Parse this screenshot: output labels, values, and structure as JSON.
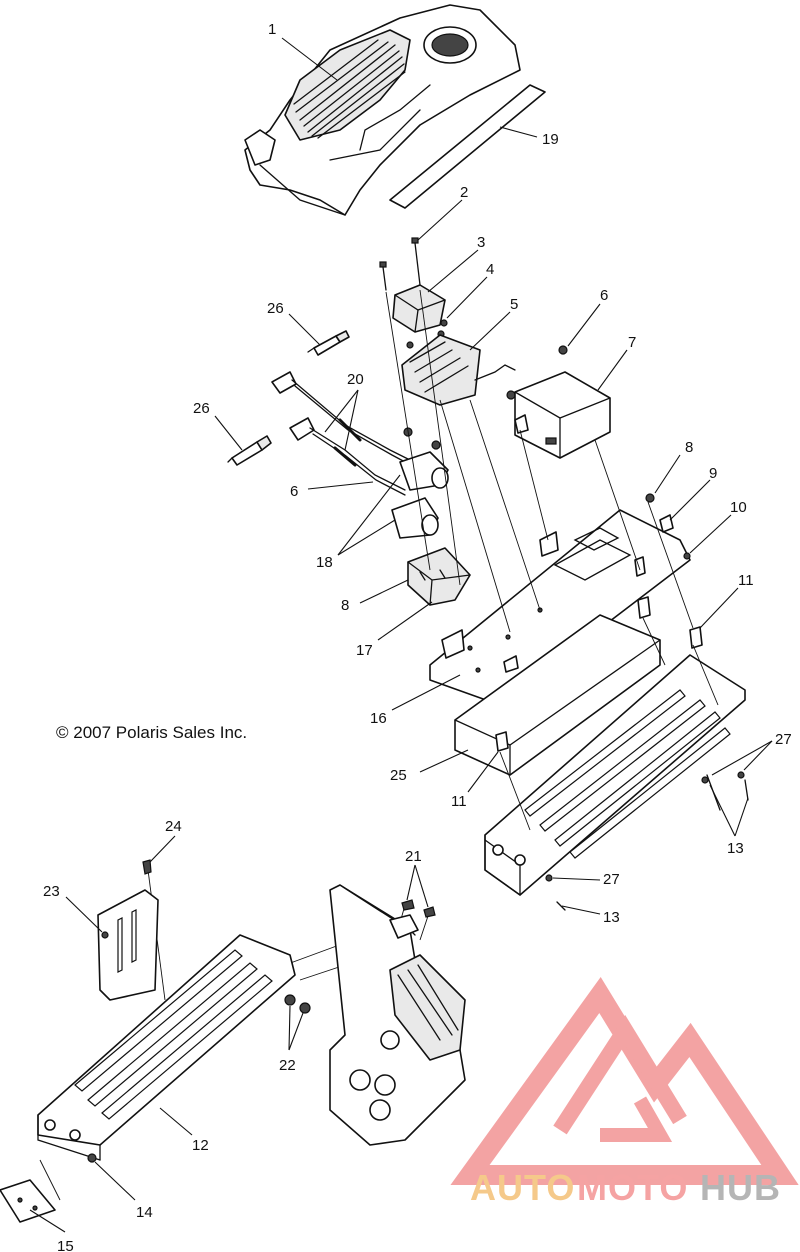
{
  "copyright": "© 2007 Polaris Sales Inc.",
  "callouts": [
    "1",
    "2",
    "3",
    "4",
    "5",
    "6",
    "7",
    "8",
    "9",
    "10",
    "11",
    "12",
    "13",
    "14",
    "15",
    "16",
    "17",
    "18",
    "19",
    "20",
    "21",
    "22",
    "23",
    "24",
    "25",
    "26",
    "27"
  ],
  "labels": {
    "c1": "1",
    "c19": "19",
    "c2": "2",
    "c3": "3",
    "c4": "4",
    "c5": "5",
    "c6a": "6",
    "c7": "7",
    "c26a": "26",
    "c20": "20",
    "c26b": "26",
    "c6b": "6",
    "c18": "18",
    "c8a": "8",
    "c9": "9",
    "c10": "10",
    "c8b": "8",
    "c17": "17",
    "c11a": "11",
    "c16": "16",
    "c25": "25",
    "c11b": "11",
    "c27a": "27",
    "c13a": "13",
    "c27b": "27",
    "c13b": "13",
    "c24": "24",
    "c21": "21",
    "c23": "23",
    "c22": "22",
    "c12": "12",
    "c14": "14",
    "c15": "15"
  },
  "watermark": {
    "part1": "AUTO",
    "part2": "MOTO",
    "part3": "HUB",
    "color_auto": "#f5c98a",
    "color_moto": "#f5a3a3",
    "color_hub": "#b5b5b5",
    "logo_color": "#f3a3a3"
  }
}
